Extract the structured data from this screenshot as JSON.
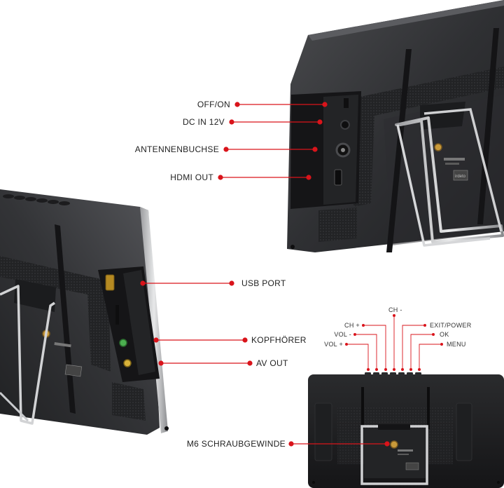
{
  "product": {
    "brand": "XORO",
    "description": "Portable TV rear views with labeled connectors and buttons"
  },
  "colors": {
    "callout": "#d9141b",
    "device_body": "#2e2f31",
    "device_dark": "#1c1c1e",
    "stand_metal": "#c9cbce",
    "background": "#ffffff",
    "label_text": "#222222",
    "av_jack_yellow": "#d8b23a",
    "headphone_jack_green": "#4caf50",
    "screw_thread_gold": "#c99a3a"
  },
  "callouts_top_device": [
    {
      "id": "off-on",
      "label": "OFF/ON"
    },
    {
      "id": "dc-in",
      "label": "DC IN 12V"
    },
    {
      "id": "antenna",
      "label": "ANTENNENBUCHSE"
    },
    {
      "id": "hdmi-out",
      "label": "HDMI OUT"
    }
  ],
  "callouts_left_device": [
    {
      "id": "usb-port",
      "label": "USB PORT"
    },
    {
      "id": "headphones",
      "label": "KOPFHÖRER"
    },
    {
      "id": "av-out",
      "label": "AV OUT"
    }
  ],
  "callouts_buttons": [
    {
      "id": "vol-plus",
      "label": "VOL +"
    },
    {
      "id": "vol-minus",
      "label": "VOL -"
    },
    {
      "id": "ch-plus",
      "label": "CH +"
    },
    {
      "id": "ch-minus",
      "label": "CH -"
    },
    {
      "id": "exit-power",
      "label": "EXIT/POWER"
    },
    {
      "id": "ok",
      "label": "OK"
    },
    {
      "id": "menu",
      "label": "MENU"
    }
  ],
  "callout_mount": {
    "id": "m6-thread",
    "label": "M6 SCHRAUBGEWINDE"
  }
}
